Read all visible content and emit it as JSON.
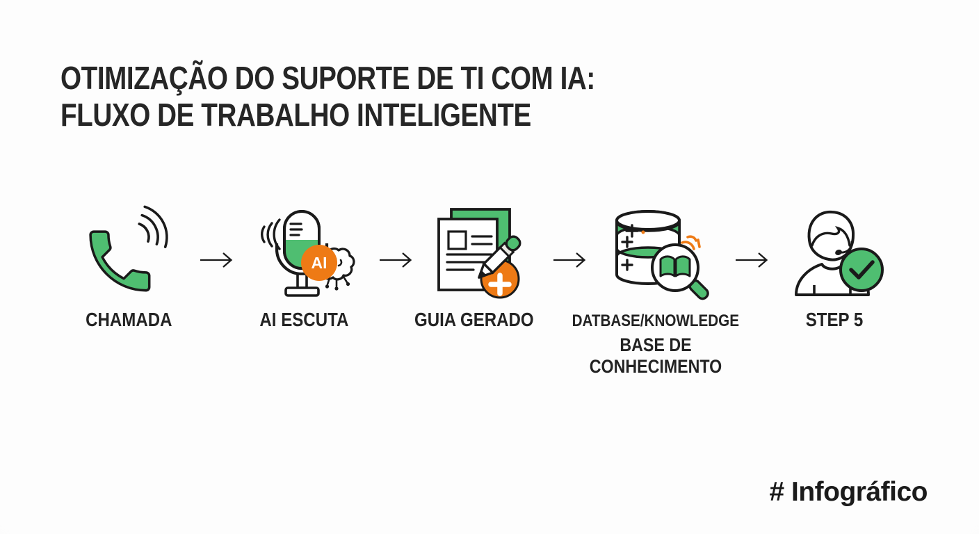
{
  "title": {
    "line1": "OTIMIZAÇÃO DO SUPORTE DE TI COM IA:",
    "line2": "FLUXO DE TRABALHO INTELIGENTE"
  },
  "steps": [
    {
      "label": "CHAMADA",
      "icon": "phone-call-icon"
    },
    {
      "label": "AI ESCUTA",
      "icon": "microphone-ai-brain-icon",
      "badge": "AI"
    },
    {
      "label": "GUIA GERADO",
      "icon": "document-pencil-add-icon"
    },
    {
      "label": "DATBASE/KNOWLEDGE",
      "sublabel": "BASE DE CONHECIMENTO",
      "icon": "database-search-book-icon"
    },
    {
      "label": "STEP 5",
      "icon": "support-agent-check-icon"
    }
  ],
  "footer": {
    "hashtag": "# Infográfico"
  },
  "colors": {
    "green": "#4FBE71",
    "orange": "#EE7A15",
    "outline": "#1A1A1A",
    "text": "#212121",
    "background": "#FCFCFC"
  }
}
